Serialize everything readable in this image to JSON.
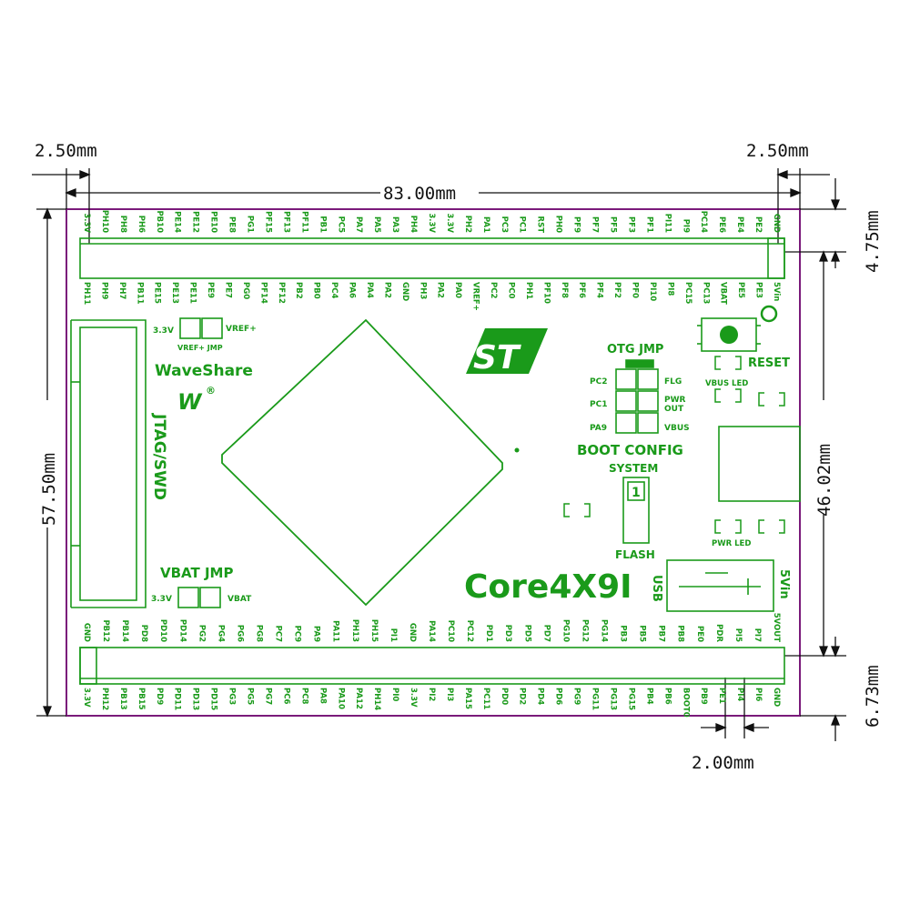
{
  "colors": {
    "outline": "#7a1a7a",
    "silkscreen": "#1a9a1a",
    "dimension": "#111111"
  },
  "dimensions": {
    "left_margin": "2.50mm",
    "right_margin": "2.50mm",
    "width": "83.00mm",
    "top_offset": "4.75mm",
    "height": "57.50mm",
    "header_spacing": "46.02mm",
    "bottom_offset": "6.73mm",
    "pin_pitch": "2.00mm"
  },
  "headers": {
    "top_outer": [
      "3.3V",
      "PH10",
      "PH8",
      "PH6",
      "PB10",
      "PE14",
      "PE12",
      "PE10",
      "PE8",
      "PG1",
      "PF15",
      "PF13",
      "PF11",
      "PB1",
      "PC5",
      "PA7",
      "PA5",
      "PA3",
      "PH4",
      "3.3V",
      "3.3V",
      "PH2",
      "PA1",
      "PC3",
      "PC1",
      "RST",
      "PH0",
      "PF9",
      "PF7",
      "PF5",
      "PF3",
      "PF1",
      "PI11",
      "PI9",
      "PC14",
      "PE6",
      "PE4",
      "PE2",
      "GND"
    ],
    "top_inner": [
      "PH11",
      "PH9",
      "PH7",
      "PB11",
      "PE15",
      "PE13",
      "PE11",
      "PE9",
      "PE7",
      "PG0",
      "PF14",
      "PF12",
      "PB2",
      "PB0",
      "PC4",
      "PA6",
      "PA4",
      "PA2",
      "GND",
      "PH3",
      "PA2",
      "PA0",
      "VREF+",
      "PC2",
      "PC0",
      "PH1",
      "PF10",
      "PF8",
      "PF6",
      "PF4",
      "PF2",
      "PF0",
      "PI10",
      "PI8",
      "PC15",
      "PC13",
      "VBAT",
      "PE5",
      "PE3",
      "5Vin"
    ],
    "bottom_outer": [
      "GND",
      "PB12",
      "PB14",
      "PD8",
      "PD10",
      "PD14",
      "PG2",
      "PG4",
      "PG6",
      "PG8",
      "PC7",
      "PC9",
      "PA9",
      "PA11",
      "PH13",
      "PH15",
      "PI1",
      "GND",
      "PA14",
      "PC10",
      "PC12",
      "PD1",
      "PD3",
      "PD5",
      "PD7",
      "PG10",
      "PG12",
      "PG14",
      "PB3",
      "PB5",
      "PB7",
      "PB8",
      "PE0",
      "PDR",
      "PI5",
      "PI7",
      "5VOUT"
    ],
    "bottom_inner": [
      "3.3V",
      "PH12",
      "PB13",
      "PB15",
      "PD9",
      "PD11",
      "PD13",
      "PD15",
      "PG3",
      "PG5",
      "PG7",
      "PC6",
      "PC8",
      "PA8",
      "PA10",
      "PA12",
      "PH14",
      "PI0",
      "3.3V",
      "PI2",
      "PI3",
      "PA15",
      "PC11",
      "PD0",
      "PD2",
      "PD4",
      "PD6",
      "PG9",
      "PG11",
      "PG13",
      "PG15",
      "PB4",
      "PB6",
      "BOOT0",
      "PB9",
      "PE1",
      "PI4",
      "PI6",
      "GND"
    ]
  },
  "silkscreen": {
    "brand": "WaveShare",
    "logo": "W",
    "registered": "®",
    "st_logo": "ST",
    "jtag": "JTAG/SWD",
    "vref_left": "3.3V",
    "vref_right": "VREF+",
    "vref_jmp": "VREF+ JMP",
    "vbat_title": "VBAT JMP",
    "vbat_left": "3.3V",
    "vbat_right": "VBAT",
    "otg_jmp": "OTG JMP",
    "pc2": "PC2",
    "pc1": "PC1",
    "pa9": "PA9",
    "flg": "FLG",
    "pwr_out_1": "PWR",
    "pwr_out_2": "OUT",
    "vbus": "VBUS",
    "boot_config": "BOOT CONFIG",
    "system": "SYSTEM",
    "boot_digit": "1",
    "flash": "FLASH",
    "reset": "RESET",
    "vbus_led": "VBUS LED",
    "pwr_led": "PWR LED",
    "core": "Core4X9I",
    "usb": "USB",
    "vin": "5Vin"
  }
}
